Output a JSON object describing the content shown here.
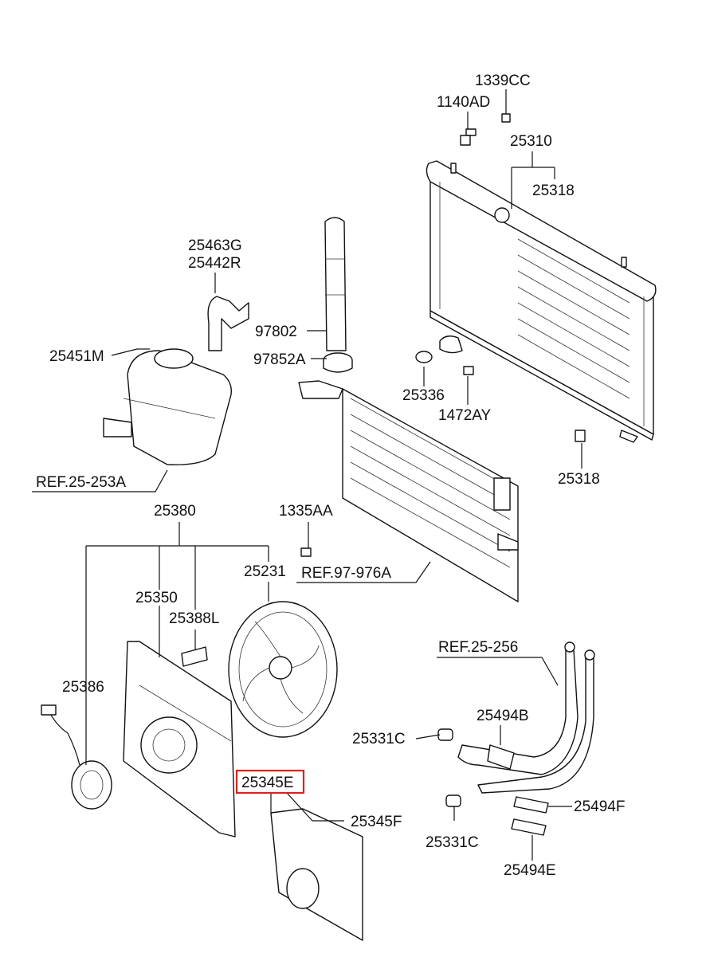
{
  "highlight_color": "#e02020",
  "labels": {
    "l1339CC": "1339CC",
    "l1140AD": "1140AD",
    "l25310": "25310",
    "l25318a": "25318",
    "l25463G": "25463G",
    "l25442R": "25442R",
    "l97802": "97802",
    "l25451M": "25451M",
    "l97852A": "97852A",
    "l25336": "25336",
    "l1472AY": "1472AY",
    "l25318b": "25318",
    "lREF25253A": "REF.25-253A",
    "l25380": "25380",
    "l1335AA": "1335AA",
    "l25231": "25231",
    "lREF97976A": "REF.97-976A",
    "l25350": "25350",
    "l25388L": "25388L",
    "l25386": "25386",
    "lREF25256": "REF.25-256",
    "l25494B": "25494B",
    "l25331Ca": "25331C",
    "l25345E": "25345E",
    "l25345F": "25345F",
    "l25494F": "25494F",
    "l25331Cb": "25331C",
    "l25494E": "25494E"
  }
}
